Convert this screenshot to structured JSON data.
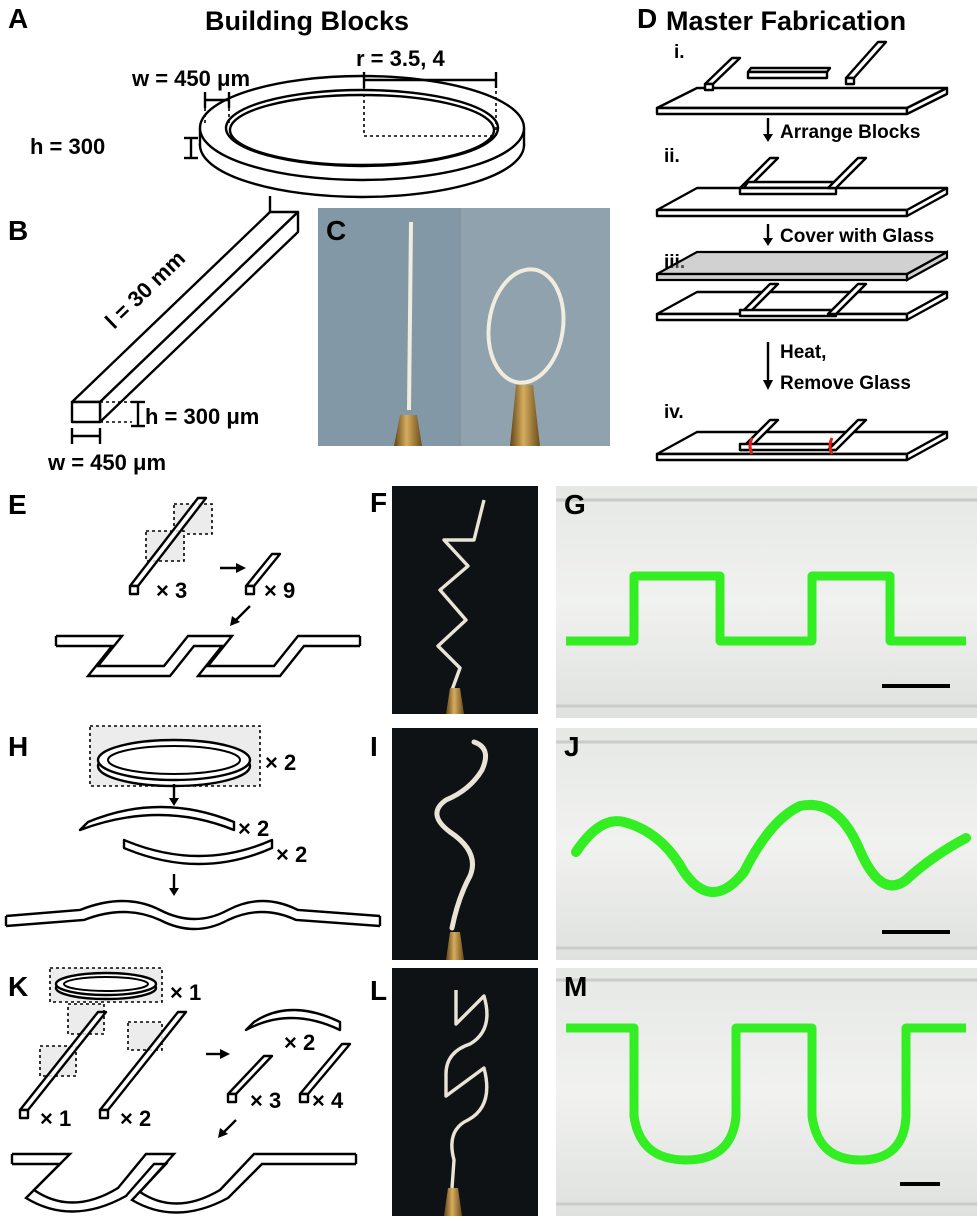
{
  "panel_labels": {
    "A": "A",
    "B": "B",
    "C": "C",
    "D": "D",
    "E": "E",
    "F": "F",
    "G": "G",
    "H": "H",
    "I": "I",
    "J": "J",
    "K": "K",
    "L": "L",
    "M": "M"
  },
  "panel_a": {
    "title": "Building Blocks",
    "width": "w = 450 μm",
    "height": "h = 300",
    "radius": "r = 3.5, 4"
  },
  "panel_b": {
    "length": "l = 30 mm",
    "height": "h = 300 μm",
    "width": "w = 450 μm"
  },
  "panel_d": {
    "title": "Master Fabrication",
    "steps": [
      "i.",
      "ii.",
      "iii.",
      "iv."
    ],
    "arrow_labels": [
      "Arrange Blocks",
      "Cover with Glass",
      "Heat,",
      "Remove Glass"
    ]
  },
  "panel_e": {
    "mult_3": "× 3",
    "mult_9": "× 9"
  },
  "panel_h": {
    "mult_ring": "× 2",
    "mult_arc1": "× 2",
    "mult_arc2": "× 2"
  },
  "panel_k": {
    "mult_ring": "× 1",
    "mult_long1": "× 1",
    "mult_long2": "× 2",
    "mult_arc": "× 2",
    "mult_short1": "× 3",
    "mult_short2": "× 4"
  },
  "colors": {
    "channel_green": "#33ee22",
    "photo_bg_blue": "#8fa2ae",
    "photo_bg_dark": "#0f1214",
    "highlight_red": "#e0221a"
  }
}
